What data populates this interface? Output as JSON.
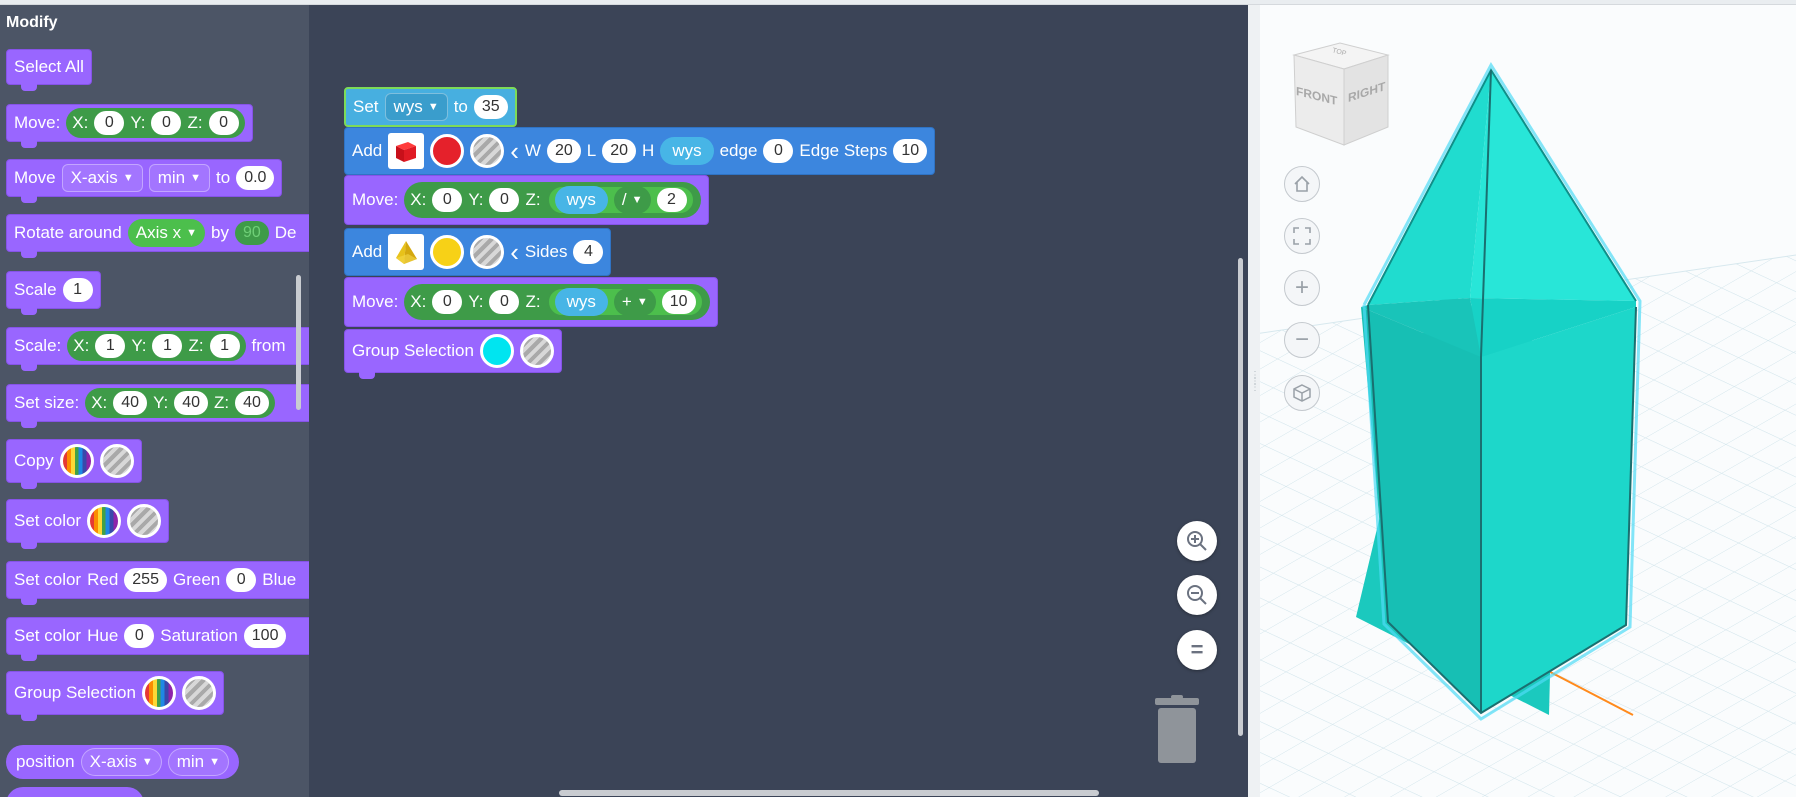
{
  "flyout": {
    "title": "Modify",
    "select_all": "Select All",
    "move1": {
      "label": "Move:",
      "x_label": "X:",
      "x": "0",
      "y_label": "Y:",
      "y": "0",
      "z_label": "Z:",
      "z": "0"
    },
    "move2": {
      "label": "Move",
      "axis": "X-axis",
      "mode": "min",
      "to": "to",
      "value": "0.0"
    },
    "rotate": {
      "label": "Rotate around",
      "axis": "Axis x",
      "by": "by",
      "value": "90",
      "unit": "De"
    },
    "scale1": {
      "label": "Scale",
      "value": "1"
    },
    "scale2": {
      "label": "Scale:",
      "x_label": "X:",
      "x": "1",
      "y_label": "Y:",
      "y": "1",
      "z_label": "Z:",
      "z": "1",
      "from": "from"
    },
    "setsize": {
      "label": "Set size:",
      "x_label": "X:",
      "x": "40",
      "y_label": "Y:",
      "y": "40",
      "z_label": "Z:",
      "z": "40"
    },
    "copy": {
      "label": "Copy"
    },
    "setcolor1": {
      "label": "Set color"
    },
    "setcolor_rgb": {
      "label": "Set color",
      "red": "Red",
      "red_val": "255",
      "green": "Green",
      "green_val": "0",
      "blue": "Blue"
    },
    "setcolor_hsv": {
      "label": "Set color",
      "hue": "Hue",
      "hue_val": "0",
      "sat": "Saturation",
      "sat_val": "100"
    },
    "group": {
      "label": "Group Selection"
    },
    "position": {
      "label": "position",
      "axis": "X-axis",
      "mode": "min"
    }
  },
  "workspace": {
    "set": {
      "label": "Set",
      "var": "wys",
      "to": "to",
      "value": "35"
    },
    "add1": {
      "label": "Add",
      "w": "W",
      "w_val": "20",
      "l": "L",
      "l_val": "20",
      "h": "H",
      "h_var": "wys",
      "edge": "edge",
      "edge_val": "0",
      "steps": "Edge Steps",
      "steps_val": "10"
    },
    "move1": {
      "label": "Move:",
      "x_label": "X:",
      "x": "0",
      "y_label": "Y:",
      "y": "0",
      "z_label": "Z:",
      "z_var": "wys",
      "op": "/",
      "operand": "2"
    },
    "add2": {
      "label": "Add",
      "sides": "Sides",
      "sides_val": "4"
    },
    "move2": {
      "label": "Move:",
      "x_label": "X:",
      "x": "0",
      "y_label": "Y:",
      "y": "0",
      "z_label": "Z:",
      "z_var": "wys",
      "op": "+",
      "operand": "10"
    },
    "group": {
      "label": "Group Selection"
    }
  },
  "viewport": {
    "cube_front": "FRONT",
    "cube_right": "RIGHT",
    "cube_top": "TOP",
    "shape_color": "#1fd8cc"
  },
  "icons": {
    "zoom_in": "zoom-in-icon",
    "zoom_out": "zoom-out-icon",
    "reset": "reset-icon",
    "trash": "trash-icon",
    "home": "home-icon",
    "fit": "fit-icon",
    "plus": "plus-icon",
    "minus": "minus-icon",
    "perspective": "perspective-cube-icon"
  }
}
